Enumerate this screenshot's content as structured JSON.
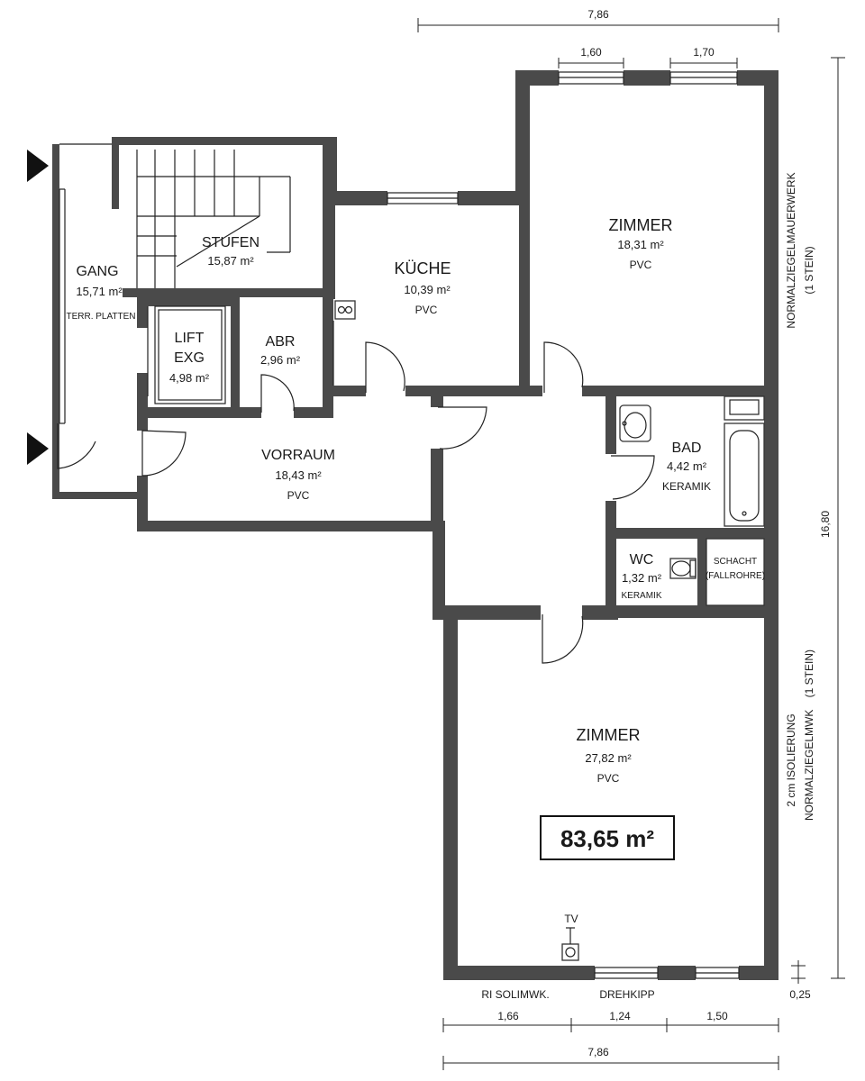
{
  "rooms": {
    "gang": {
      "name": "GANG",
      "area": "15,71 m²",
      "material": "TERR. PLATTEN"
    },
    "stufen": {
      "name": "STUFEN",
      "area": "15,87 m²"
    },
    "lift": {
      "name_line1": "LIFT",
      "name_line2": "EXG",
      "area": "4,98 m²"
    },
    "abr": {
      "name": "ABR",
      "area": "2,96 m²"
    },
    "kueche": {
      "name": "KÜCHE",
      "area": "10,39 m²",
      "material": "PVC"
    },
    "zimmer_top": {
      "name": "ZIMMER",
      "area": "18,31 m²",
      "material": "PVC"
    },
    "vorraum": {
      "name": "VORRAUM",
      "area": "18,43 m²",
      "material": "PVC"
    },
    "bad": {
      "name": "BAD",
      "area": "4,42 m²",
      "material": "KERAMIK"
    },
    "wc": {
      "name": "WC",
      "area": "1,32 m²",
      "material": "KERAMIK"
    },
    "schacht": {
      "line1": "SCHACHT",
      "line2": "(FALLROHRE)"
    },
    "zimmer_bottom": {
      "name": "ZIMMER",
      "area": "27,82 m²",
      "material": "PVC"
    }
  },
  "total_area": "83,65 m²",
  "tv_label": "TV",
  "dimensions": {
    "top_total": "7,86",
    "window_1": "1,60",
    "window_2": "1,70",
    "right_height": "16,80",
    "right_offset": "0,25",
    "bottom_seg_1": "1,66",
    "bottom_seg_2": "1,24",
    "bottom_seg_3": "1,50",
    "bottom_total": "7,86"
  },
  "wall_notes": {
    "upper_line1": "NORMALZIEGELMAUERWERK",
    "upper_line2": "(1 STEIN)",
    "lower_line1": "2 cm ISOLIERUNG",
    "lower_line2": "NORMALZIEGELMWK    (1 STEIN)"
  },
  "bottom_notes": {
    "left": "RI SOLIMWK.",
    "right": "DREHKIPP"
  }
}
